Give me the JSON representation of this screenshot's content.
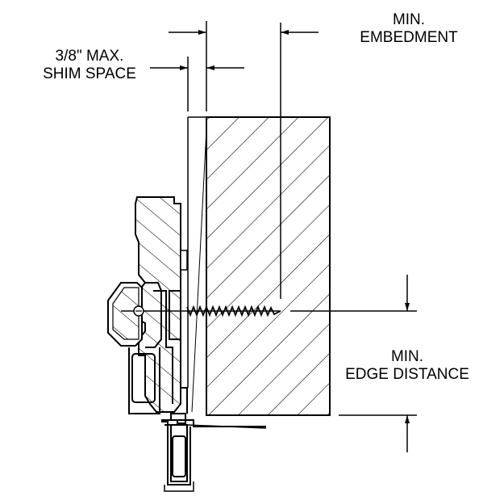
{
  "labels": {
    "shim_line1": "3/8\" MAX.",
    "shim_line2": "SHIM SPACE",
    "embed_line1": "MIN.",
    "embed_line2": "EMBEDMENT",
    "edge_line1": "MIN.",
    "edge_line2": "EDGE DISTANCE"
  }
}
